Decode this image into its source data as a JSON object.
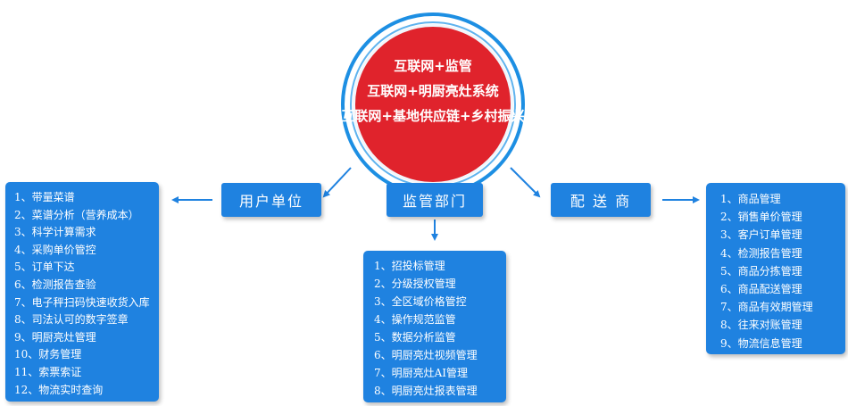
{
  "center": {
    "lines": [
      "互联网+监管",
      "互联网+明厨亮灶系统",
      "互联网+基地供应链+乡村振兴"
    ],
    "fill_color": "#e0232c",
    "ring_color": "#1d8fe3"
  },
  "nodes": {
    "user": "用户单位",
    "supervision": "监管部门",
    "distributor": "配 送 商"
  },
  "lists": {
    "user": [
      "1、带量菜谱",
      "2、菜谱分析（营养成本）",
      "3、科学计算需求",
      "4、采购单价管控",
      "5、订单下达",
      "6、检测报告查验",
      "7、电子秤扫码快速收货入库",
      "8、司法认可的数字签章",
      "9、明厨亮灶管理",
      "10、财务管理",
      "11、索票索证",
      "12、物流实时查询"
    ],
    "supervision": [
      "1、招投标管理",
      "2、分级授权管理",
      "3、全区域价格管控",
      "4、操作规范监管",
      "5、数据分析监管",
      "6、明厨亮灶视频管理",
      "7、明厨亮灶AI管理",
      "8、明厨亮灶报表管理"
    ],
    "distributor": [
      "1、商品管理",
      "2、销售单价管理",
      "3、客户订单管理",
      "4、检测报告管理",
      "5、商品分拣管理",
      "6、商品配送管理",
      "7、商品有效期管理",
      "8、往来对账管理",
      "9、物流信息管理"
    ]
  },
  "colors": {
    "box": "#1f82e0",
    "arrow": "#1f82e0"
  }
}
